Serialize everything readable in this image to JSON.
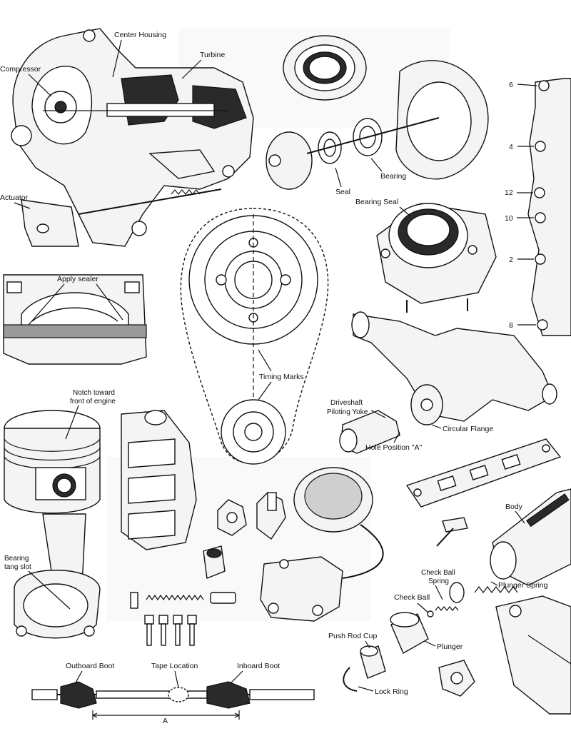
{
  "labels": {
    "center_housing": "Center Housing",
    "compressor": "Compressor",
    "turbine": "Turbine",
    "actuator": "Actuator",
    "seal": "Seal",
    "bearing": "Bearing",
    "bearing_seal": "Bearing Seal",
    "apply_sealer": "Apply sealer",
    "timing_marks": "Timing Marks",
    "driveshaft_piloting_yoke_1": "Driveshaft",
    "driveshaft_piloting_yoke_2": "Piloting Yoke",
    "circular_flange": "Circular Flange",
    "hole_position_a": "Hole Position \"A\"",
    "notch_toward_front_1": "Notch toward",
    "notch_toward_front_2": "front of engine",
    "bearing_tang_slot_1": "Bearing",
    "bearing_tang_slot_2": "tang slot",
    "body": "Body",
    "check_ball_spring_1": "Check Ball",
    "check_ball_spring_2": "Spring",
    "plunger_spring": "Plunger Spring",
    "check_ball": "Check Ball",
    "push_rod_cup": "Push Rod Cup",
    "plunger": "Plunger",
    "lock_ring": "Lock Ring",
    "outboard_boot": "Outboard Boot",
    "tape_location": "Tape Location",
    "inboard_boot": "Inboard Boot",
    "dimension_a": "A"
  },
  "bolt_sequence": [
    "6",
    "4",
    "12",
    "10",
    "2",
    "8"
  ]
}
